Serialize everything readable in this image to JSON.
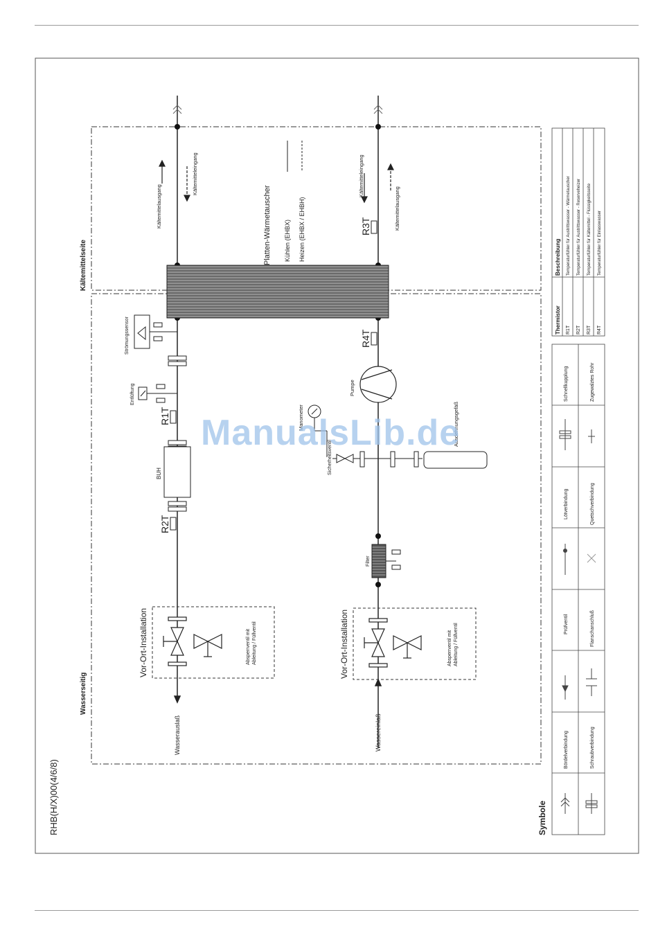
{
  "model": "RHB(H/X)00(4/6/8)",
  "watermark": "ManualsLib.de",
  "sections": {
    "water_side": "Wasserseitig",
    "refrigerant_side": "Kältemittelseite"
  },
  "exchanger": {
    "title": "Platten-Wärmetauscher",
    "cooling": "Kühlen (EHBX)",
    "heating": "Heizen (EHBX / EHBH)"
  },
  "refrigerant_left": {
    "in": "Kältemitteleingang",
    "out": "Kältemittelausgang"
  },
  "refrigerant_right": {
    "in": "Kältemitteleingang",
    "out": "Kältemittelausgang"
  },
  "sensors": {
    "r1t": "R1T",
    "r2t": "R2T",
    "r3t": "R3T",
    "r4t": "R4T"
  },
  "components": {
    "flow_sensor": "Strömungssensor",
    "vent": "Entlüftung",
    "buh": "BUH",
    "manometer": "Manometer",
    "expansion": "Ausdehnungsgefäß",
    "safety_valve": "Sicherheitsventil",
    "pump": "Pumpe",
    "filter": "Filter"
  },
  "onsite_label": "Vor-Ort-Installation",
  "valve_desc_1": "Absperrventil mit",
  "valve_desc_2": "Ableitung / Füllventil",
  "water_out": "Wasserauslaß",
  "water_in": "Wassereinlaß",
  "symbols": {
    "title": "Symbole",
    "items": [
      "Bördelverbindung",
      "Schraubverbindung",
      "Prüfventil",
      "Flanschanschluß",
      "Lötverbindung",
      "Quetschverbindung",
      "Schnellkupplung",
      "Zugewalztes Rohr"
    ]
  },
  "thermistor_table": {
    "header_thermistor": "Thermistor",
    "header_description": "Beschreibung",
    "rows": [
      {
        "id": "R1T",
        "desc": "Temperaturfühler für Austrittswasser - Wärmetauscher"
      },
      {
        "id": "R2T",
        "desc": "Temperaturfühler für Austrittswasser - Reserveheizer"
      },
      {
        "id": "R3T",
        "desc": "Temperaturfühler für Kältemittel - Flüssigkeitsseite"
      },
      {
        "id": "R4T",
        "desc": "Temperaturfühler für Einlasswasser"
      }
    ]
  }
}
